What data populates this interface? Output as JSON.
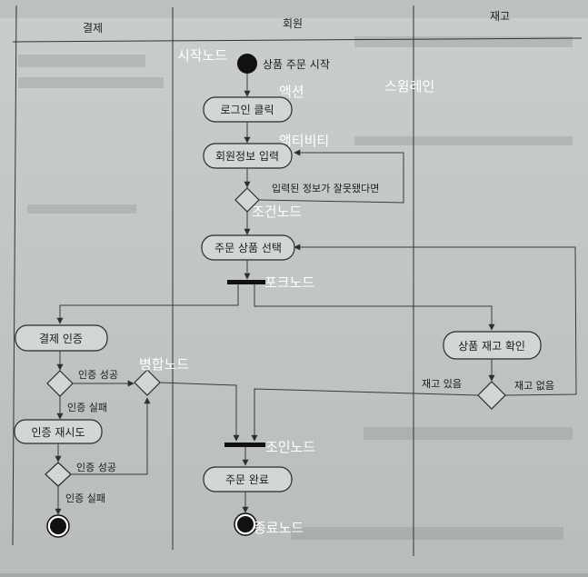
{
  "lanes": {
    "payment": "결제",
    "member": "회원",
    "inventory": "재고"
  },
  "nodes": {
    "start_label": "상품 주문 시작",
    "login": "로그인 클릭",
    "member_info": "회원정보 입력",
    "select_product": "주문 상품 선택",
    "payment_auth": "결제 인증",
    "auth_retry": "인증 재시도",
    "check_stock": "상품 재고 확인",
    "order_complete": "주문 완료"
  },
  "flows": {
    "info_wrong": "입력된 정보가 잘못됐다면",
    "auth_success_1": "인증 성공",
    "auth_fail_1": "인증 실패",
    "auth_success_2": "인증 성공",
    "auth_fail_2": "인증 실패",
    "in_stock": "재고 있음",
    "out_of_stock": "재고 없음"
  },
  "annotations": {
    "start_node": "시작노드",
    "action": "액션",
    "activity": "액티비티",
    "swimlane": "스윔레인",
    "decision_node": "조건노드",
    "fork_node": "포크노드",
    "merge_node": "병합노드",
    "join_node": "조인노드",
    "end_node": "종료노드"
  }
}
